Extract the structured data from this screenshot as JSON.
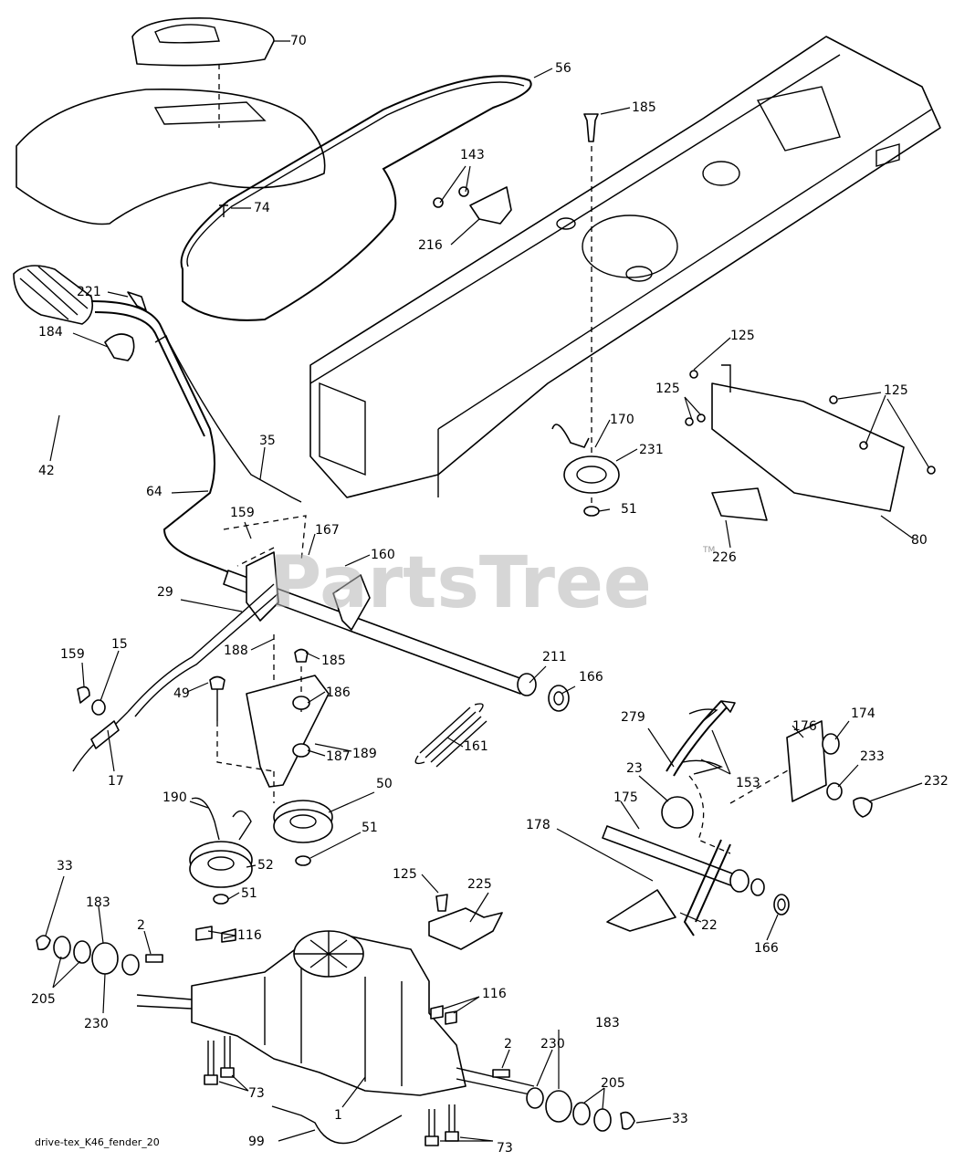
{
  "diagram": {
    "caption": "drive-tex_K46_fender_20",
    "watermark": "PartsTree",
    "trademark": "TM",
    "callouts": [
      {
        "id": "c70",
        "text": "70"
      },
      {
        "id": "c56",
        "text": "56"
      },
      {
        "id": "c185a",
        "text": "185"
      },
      {
        "id": "c143",
        "text": "143"
      },
      {
        "id": "c74",
        "text": "74"
      },
      {
        "id": "c216",
        "text": "216"
      },
      {
        "id": "c221",
        "text": "221"
      },
      {
        "id": "c184",
        "text": "184"
      },
      {
        "id": "c42",
        "text": "42"
      },
      {
        "id": "c125a",
        "text": "125"
      },
      {
        "id": "c125b",
        "text": "125"
      },
      {
        "id": "c125c",
        "text": "125"
      },
      {
        "id": "c170",
        "text": "170"
      },
      {
        "id": "c231",
        "text": "231"
      },
      {
        "id": "c51a",
        "text": "51"
      },
      {
        "id": "c35",
        "text": "35"
      },
      {
        "id": "c64",
        "text": "64"
      },
      {
        "id": "c159a",
        "text": "159"
      },
      {
        "id": "c167",
        "text": "167"
      },
      {
        "id": "c160",
        "text": "160"
      },
      {
        "id": "c226",
        "text": "226"
      },
      {
        "id": "c80",
        "text": "80"
      },
      {
        "id": "c29",
        "text": "29"
      },
      {
        "id": "c188",
        "text": "188"
      },
      {
        "id": "c185b",
        "text": "185"
      },
      {
        "id": "c211",
        "text": "211"
      },
      {
        "id": "c166a",
        "text": "166"
      },
      {
        "id": "c159b",
        "text": "159"
      },
      {
        "id": "c15",
        "text": "15"
      },
      {
        "id": "c49",
        "text": "49"
      },
      {
        "id": "c186",
        "text": "186"
      },
      {
        "id": "c189",
        "text": "189"
      },
      {
        "id": "c187",
        "text": "187"
      },
      {
        "id": "c161",
        "text": "161"
      },
      {
        "id": "c17",
        "text": "17"
      },
      {
        "id": "c279",
        "text": "279"
      },
      {
        "id": "c176",
        "text": "176"
      },
      {
        "id": "c174",
        "text": "174"
      },
      {
        "id": "c23",
        "text": "23"
      },
      {
        "id": "c153",
        "text": "153"
      },
      {
        "id": "c233",
        "text": "233"
      },
      {
        "id": "c232",
        "text": "232"
      },
      {
        "id": "c190",
        "text": "190"
      },
      {
        "id": "c50",
        "text": "50"
      },
      {
        "id": "c51b",
        "text": "51"
      },
      {
        "id": "c175",
        "text": "175"
      },
      {
        "id": "c178",
        "text": "178"
      },
      {
        "id": "c52",
        "text": "52"
      },
      {
        "id": "c51c",
        "text": "51"
      },
      {
        "id": "c33a",
        "text": "33"
      },
      {
        "id": "c125d",
        "text": "125"
      },
      {
        "id": "c225",
        "text": "225"
      },
      {
        "id": "c183a",
        "text": "183"
      },
      {
        "id": "c2a",
        "text": "2"
      },
      {
        "id": "c116a",
        "text": "116"
      },
      {
        "id": "c22",
        "text": "22"
      },
      {
        "id": "c166b",
        "text": "166"
      },
      {
        "id": "c205a",
        "text": "205"
      },
      {
        "id": "c230a",
        "text": "230"
      },
      {
        "id": "c116b",
        "text": "116"
      },
      {
        "id": "c183b",
        "text": "183"
      },
      {
        "id": "c2b",
        "text": "2"
      },
      {
        "id": "c230b",
        "text": "230"
      },
      {
        "id": "c73a",
        "text": "73"
      },
      {
        "id": "c205b",
        "text": "205"
      },
      {
        "id": "c1",
        "text": "1"
      },
      {
        "id": "c33b",
        "text": "33"
      },
      {
        "id": "c99",
        "text": "99"
      },
      {
        "id": "c73b",
        "text": "73"
      }
    ]
  }
}
